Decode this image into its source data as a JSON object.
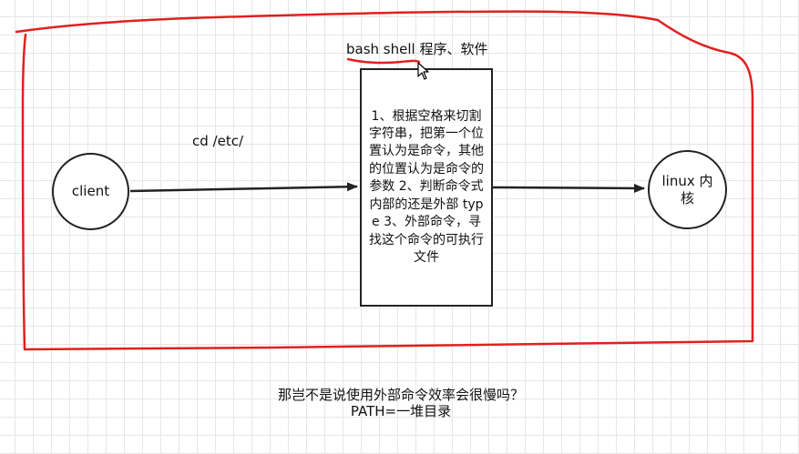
{
  "diagram": {
    "top_label": "bash shell 程序、软件",
    "edge_label": "cd /etc/",
    "client_label": "client",
    "kernel_label": "linux 内核",
    "process_steps": "1、根据空格来切割字符串，把第一个位置认为是命令，其他的位置认为是命令的参数 2、判断命令式内部的还是外部 type 3、外部命令，寻找这个命令的可执行文件",
    "note_line1": "那岂不是说使用外部命令效率会很慢吗？",
    "note_line2": "PATH=一堆目录"
  },
  "colors": {
    "annotation": "#e02020",
    "stroke": "#222222",
    "grid": "#e6e6e6"
  },
  "icons": [
    "cursor-icon",
    "arrow-head-icon"
  ]
}
